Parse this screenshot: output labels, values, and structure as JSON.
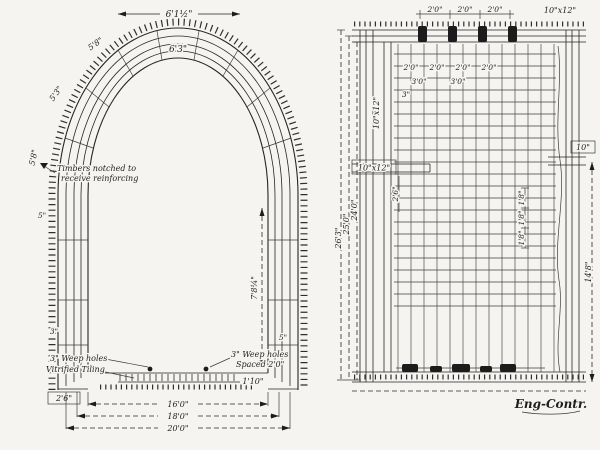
{
  "cross_section": {
    "dim_top": "6'1½\"",
    "dim_arch_inner": "6'3\"",
    "dim_arc_upper": "5'8\"",
    "dim_arc_mid": "5'3\"",
    "dim_arc_lower": "5'8\"",
    "dim_wall_height": "7'8¼\"",
    "dim_wall_5a": "5\"",
    "dim_wall_3": "3\"",
    "dim_wall_5b": "5\"",
    "note_timbers_line1": "Timbers notched to",
    "note_timbers_line2": "receive reinforcing",
    "note_weep_left_line1": "3\" Weep holes",
    "note_weep_left_line2": "Vitrified Tiling",
    "note_weep_right_line1": "3\" Weep holes",
    "note_weep_right_line2": "Spaced 2'0\"",
    "dim_base_left": "2'6\"",
    "dim_base_right": "1'10\"",
    "dim_width_inner": "16'0\"",
    "dim_width_mid": "18'0\"",
    "dim_width_outer": "20'0\""
  },
  "elevation": {
    "dim_top_bay_1": "2'0\"",
    "dim_top_bay_2": "2'0\"",
    "dim_top_bay_3": "2'0\"",
    "post_size_top_right": "10\"x12\"",
    "row_dims": [
      "2'0\"",
      "2'0\"",
      "2'0\"",
      "2'0\""
    ],
    "row_dims_2": [
      "3'0\"",
      "3'0\""
    ],
    "dim_small_3": "3\"",
    "post_size_left": "10\"x12\"",
    "beam_size": "10\"x12\"",
    "beam_size_right": "10\"",
    "dim_height_inner": "24'0\"",
    "dim_height_mid": "25'0\"",
    "dim_height_outer": "26'3\"",
    "dim_2_6": "2'6\"",
    "spacing_dims": [
      "1'8\"",
      "1'8\"",
      "1'8\""
    ],
    "dim_right_height": "14'8\""
  },
  "signature": "Eng-Contr."
}
